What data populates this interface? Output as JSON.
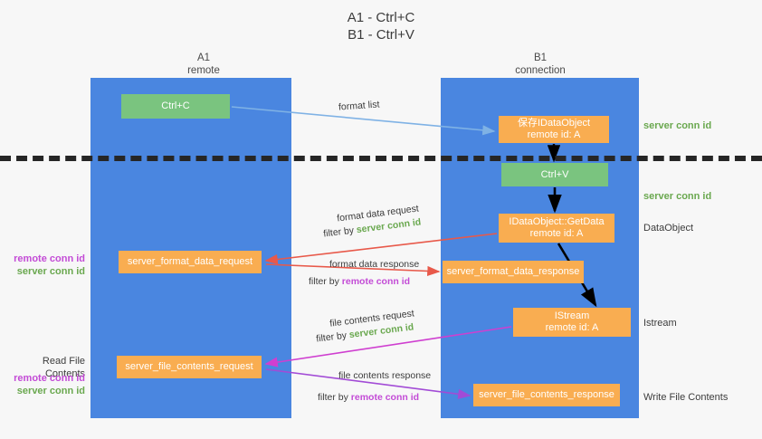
{
  "title": {
    "line1": "A1 - Ctrl+C",
    "line2": "B1 - Ctrl+V"
  },
  "columns": {
    "a1": {
      "name": "A1",
      "sub": "remote"
    },
    "b1": {
      "name": "B1",
      "sub": "connection"
    }
  },
  "nodes": {
    "ctrl_c": {
      "label": "Ctrl+C"
    },
    "save_dataobject": {
      "line1": "保存IDataObject",
      "line2": "remote id: A"
    },
    "ctrl_v": {
      "label": "Ctrl+V"
    },
    "getdata": {
      "line1": "IDataObject::GetData",
      "line2": "remote id: A"
    },
    "istream": {
      "line1": "IStream",
      "line2": "remote id: A"
    },
    "server_format_data_request": {
      "label": "server_format_data_request"
    },
    "server_format_data_response": {
      "label": "server_format_data_response"
    },
    "server_file_contents_request": {
      "label": "server_file_contents_request"
    },
    "server_file_contents_response": {
      "label": "server_file_contents_response"
    }
  },
  "arrow_labels": {
    "format_list": "format list",
    "format_data_request": "format data request",
    "format_data_request_filter_prefix": "filter by ",
    "format_data_request_filter_value": "server conn id",
    "format_data_response": "format data response",
    "format_data_response_filter_prefix": "filter by ",
    "format_data_response_filter_value": "remote conn id",
    "file_contents_request": "file contents request",
    "file_contents_request_filter_prefix": "filter by ",
    "file_contents_request_filter_value": "server conn id",
    "file_contents_response": "file contents response",
    "file_contents_response_filter_prefix": "filter by ",
    "file_contents_response_filter_value": "remote conn id"
  },
  "side_labels": {
    "right_server_conn_id_top": "server conn id",
    "right_server_conn_id_mid": "server conn id",
    "right_dataobject": "DataObject",
    "right_istream": "Istream",
    "right_write_file_contents": "Write File Contents",
    "left_remote_conn_id_1": "remote conn id",
    "left_server_conn_id_1": "server conn id",
    "left_read_file_contents": "Read File Contents",
    "left_remote_conn_id_2": "remote conn id",
    "left_server_conn_id_2": "server conn id"
  },
  "colors": {
    "lane": "#4a86e0",
    "green_node": "#7ac47f",
    "orange_node": "#f9ad51",
    "green_text": "#6aa84f",
    "magenta_text": "#c34bd6",
    "light_blue_arrow": "#7fb2e5",
    "red_arrow": "#e8594a",
    "magenta_arrow": "#cf3fd0",
    "purple_arrow": "#a24bd6",
    "black_arrow": "#000000",
    "background": "#f7f7f7"
  }
}
